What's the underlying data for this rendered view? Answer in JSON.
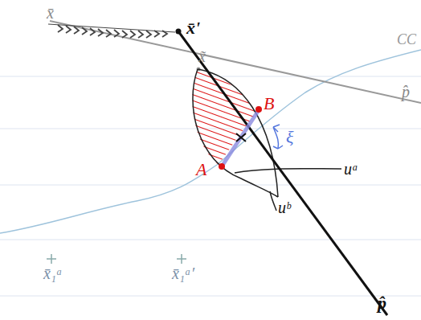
{
  "diagram": {
    "labels": [
      "x̄",
      "x̄'",
      "x̃",
      "CC",
      "p̂",
      "A",
      "B",
      "ξ",
      "uᵃ",
      "uᵇ",
      "p̂",
      "x̄₁ᵃ",
      "x̄₁ᵃ′"
    ]
  }
}
